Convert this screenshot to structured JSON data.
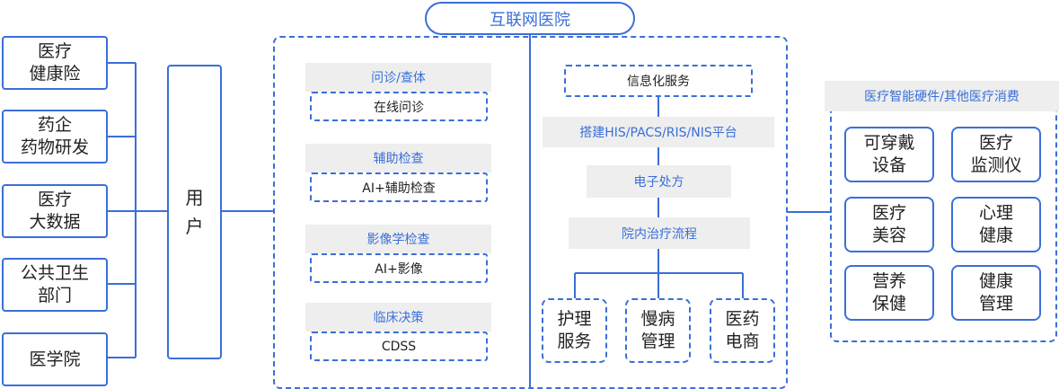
{
  "title": "互联网医院",
  "left": [
    {
      "lines": [
        "医疗",
        "健康险"
      ]
    },
    {
      "lines": [
        "药企",
        "药物研发"
      ]
    },
    {
      "lines": [
        "医疗",
        "大数据"
      ]
    },
    {
      "lines": [
        "公共卫生",
        "部门"
      ]
    },
    {
      "lines": [
        "医学院"
      ]
    }
  ],
  "user": [
    "用",
    "户"
  ],
  "center_left": [
    {
      "header": "问诊/查体",
      "sub": "在线问诊"
    },
    {
      "header": "辅助检查",
      "sub": "AI+辅助检查"
    },
    {
      "header": "影像学检查",
      "sub": "AI+影像"
    },
    {
      "header": "临床决策",
      "sub": "CDSS"
    }
  ],
  "center_right": {
    "top": "信息化服务",
    "steps": [
      "搭建HIS/PACS/RIS/NIS平台",
      "电子处方",
      "院内治疗流程"
    ],
    "bottom": [
      {
        "lines": [
          "护理",
          "服务"
        ]
      },
      {
        "lines": [
          "慢病",
          "管理"
        ]
      },
      {
        "lines": [
          "医药",
          "电商"
        ]
      }
    ]
  },
  "right": {
    "header": "医疗智能硬件/其他医疗消费",
    "items": [
      {
        "lines": [
          "可穿戴",
          "设备"
        ]
      },
      {
        "lines": [
          "医疗",
          "监测仪"
        ]
      },
      {
        "lines": [
          "医疗",
          "美容"
        ]
      },
      {
        "lines": [
          "心理",
          "健康"
        ]
      },
      {
        "lines": [
          "营养",
          "保健"
        ]
      },
      {
        "lines": [
          "健康",
          "管理"
        ]
      }
    ]
  },
  "colors": {
    "accent": "#3a6fd8",
    "gray_fill": "#eeeeee",
    "text": "#222222"
  }
}
